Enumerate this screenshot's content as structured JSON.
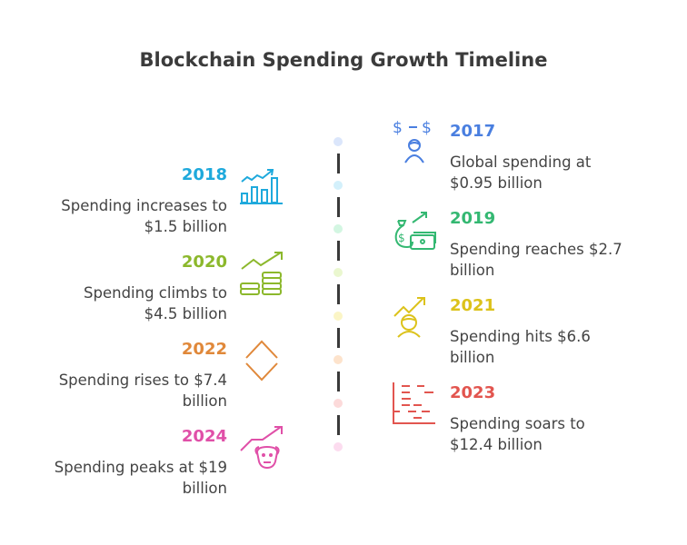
{
  "title": "Blockchain Spending Growth Timeline",
  "events": [
    {
      "year": "2017",
      "desc1": "Global spending at",
      "desc2": "$0.95 billion",
      "color": "#4a7fe0",
      "dot": "#dbe6fb",
      "icon": "dollar-person-icon",
      "side": "right"
    },
    {
      "year": "2018",
      "desc1": "Spending increases to",
      "desc2": "$1.5 billion",
      "color": "#1ea9dc",
      "dot": "#d3f0fb",
      "icon": "bar-chart-growth-icon",
      "side": "left"
    },
    {
      "year": "2019",
      "desc1": "Spending reaches $2.7",
      "desc2": "billion",
      "color": "#34b872",
      "dot": "#d3f6e2",
      "icon": "money-bag-growth-icon",
      "side": "right"
    },
    {
      "year": "2020",
      "desc1": "Spending climbs to",
      "desc2": "$4.5 billion",
      "color": "#8cb82c",
      "dot": "#eaf7cf",
      "icon": "coin-stacks-growth-icon",
      "side": "left"
    },
    {
      "year": "2021",
      "desc1": "Spending hits $6.6",
      "desc2": "billion",
      "color": "#dcc21a",
      "dot": "#fbf5c6",
      "icon": "person-growth-icon",
      "side": "right"
    },
    {
      "year": "2022",
      "desc1": "Spending rises to $7.4",
      "desc2": "billion",
      "color": "#e0883a",
      "dot": "#fde3cc",
      "icon": "diamond-chevrons-icon",
      "side": "left"
    },
    {
      "year": "2023",
      "desc1": "Spending soars to",
      "desc2": "$12.4 billion",
      "color": "#e2554f",
      "dot": "#fcdada",
      "icon": "dashed-chart-icon",
      "side": "right"
    },
    {
      "year": "2024",
      "desc1": "Spending peaks at $19",
      "desc2": "billion",
      "color": "#e050a8",
      "dot": "#fcdcef",
      "icon": "bull-growth-icon",
      "side": "left"
    }
  ]
}
